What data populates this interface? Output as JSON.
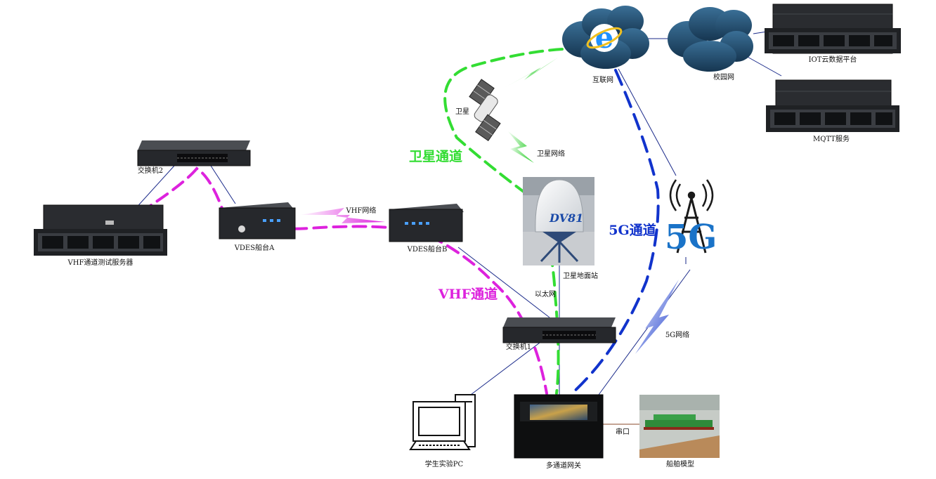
{
  "labels": {
    "internet": "互联网",
    "campus": "校园网",
    "iot_platform": "IOT云数据平台",
    "mqtt": "MQTT服务",
    "satellite": "卫星",
    "satellite_network": "卫星网络",
    "satellite_channel": "卫星通道",
    "switch2": "交换机2",
    "vhf_server": "VHF通道测试服务器",
    "vdes_a": "VDES船台A",
    "vdes_b": "VDES船台B",
    "vhf_network": "VHF网络",
    "vhf_channel": "VHF通道",
    "ground_station": "卫星地面站",
    "ethernet": "以太网",
    "channel_5g": "5G通道",
    "network_5g": "5G网络",
    "switch1": "交换机1",
    "student_pc": "学生实验PC",
    "gateway": "多通道网关",
    "serial": "串口",
    "ship_model": "船舶模型",
    "antenna_brand": "DV81",
    "logo_5g": "5G"
  },
  "colors": {
    "satellite_channel": "#33dd33",
    "vhf_channel": "#dd22dd",
    "channel_5g": "#1133cc",
    "link": "#1a2a8a",
    "cloud": "#1e4a6e"
  },
  "icons": {
    "internet_browser": "internet-explorer-icon",
    "cloud": "cloud-icon",
    "server": "rack-server-icon",
    "switch": "network-switch-icon",
    "radio": "vdes-radio-icon",
    "satellite": "satellite-icon",
    "tower": "cell-tower-icon",
    "lightning": "wireless-zigzag-icon",
    "computer": "desktop-computer-icon"
  }
}
